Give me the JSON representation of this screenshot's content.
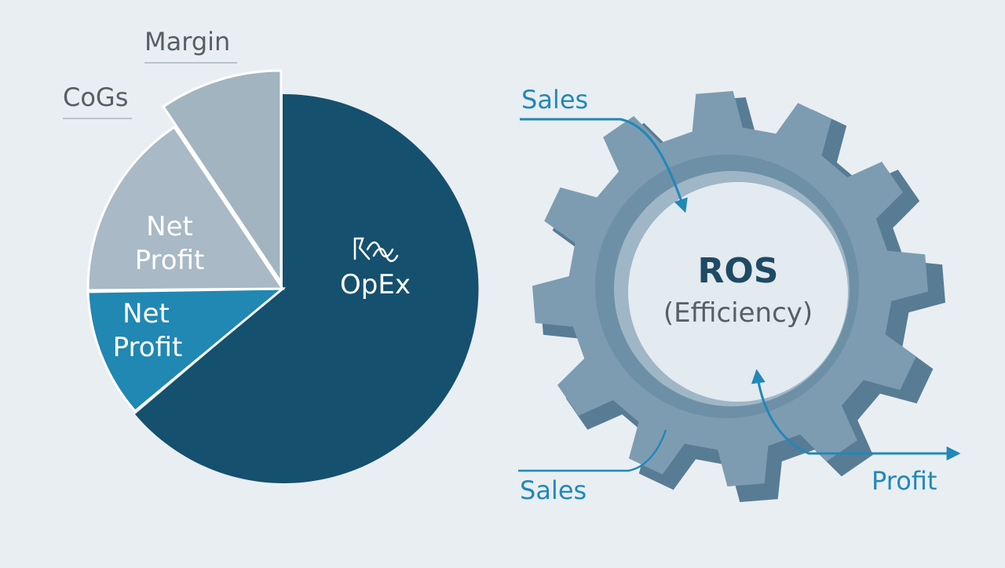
{
  "colors": {
    "background": "#e9eef2",
    "opex": "#15506e",
    "net_profit_blue": "#2187b3",
    "net_profit_grey": "#a9b9c5",
    "margin": "#a2b4c0",
    "gear_face": "#7d9cb1",
    "gear_side": "#587c94",
    "gear_inner": "#e3eaf0",
    "arrow": "#2188b8",
    "label_dark": "#555f66",
    "ros_text": "#1f4a64",
    "pie_text": "#ffffff"
  },
  "pie": {
    "labels": {
      "margin": "Margin",
      "cogs": "CoGs",
      "net_profit_grey_line1": "Net",
      "net_profit_grey_line2": "Profit",
      "net_profit_blue_line1": "Net",
      "net_profit_blue_line2": "Profit",
      "opex": "OpEx"
    }
  },
  "gear": {
    "title": "ROS",
    "subtitle": "(Efficiency)",
    "label_sales_top": "Sales",
    "label_sales_bottom": "Sales",
    "label_profit": "Profit"
  }
}
